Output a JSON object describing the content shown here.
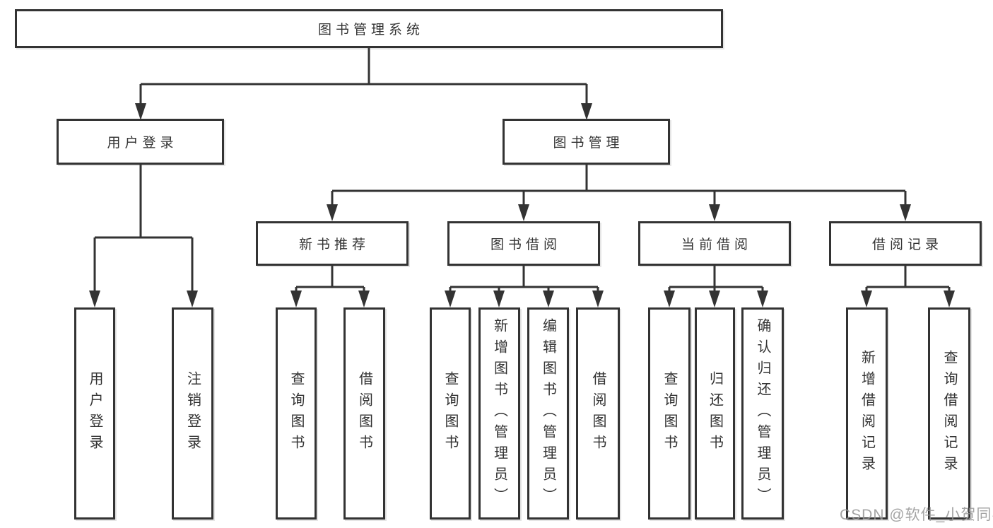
{
  "diagram": {
    "line_color": "#333333",
    "box_border_color": "#333333",
    "text_color": "#333333",
    "background_color": "#ffffff",
    "root": {
      "label": "图书管理系统"
    },
    "level2": [
      {
        "label": "用户登录"
      },
      {
        "label": "图书管理"
      }
    ],
    "level3": [
      {
        "label": "新书推荐",
        "parent": "图书管理"
      },
      {
        "label": "图书借阅",
        "parent": "图书管理"
      },
      {
        "label": "当前借阅",
        "parent": "图书管理"
      },
      {
        "label": "借阅记录",
        "parent": "图书管理"
      }
    ],
    "leaves": [
      {
        "label": "用户登录",
        "parent": "用户登录"
      },
      {
        "label": "注销登录",
        "parent": "用户登录"
      },
      {
        "label": "查询图书",
        "parent": "新书推荐"
      },
      {
        "label": "借阅图书",
        "parent": "新书推荐"
      },
      {
        "label": "查询图书",
        "parent": "图书借阅"
      },
      {
        "label": "新增图书（管理员）",
        "parent": "图书借阅"
      },
      {
        "label": "编辑图书（管理员）",
        "parent": "图书借阅"
      },
      {
        "label": "借阅图书",
        "parent": "图书借阅"
      },
      {
        "label": "查询图书",
        "parent": "当前借阅"
      },
      {
        "label": "归还图书",
        "parent": "当前借阅"
      },
      {
        "label": "确认归还（管理员）",
        "parent": "当前借阅"
      },
      {
        "label": "新增借阅记录",
        "parent": "借阅记录"
      },
      {
        "label": "查询借阅记录",
        "parent": "借阅记录"
      }
    ]
  },
  "watermark": {
    "text": "CSDN @软件_小贺同学",
    "color": "#949494"
  }
}
